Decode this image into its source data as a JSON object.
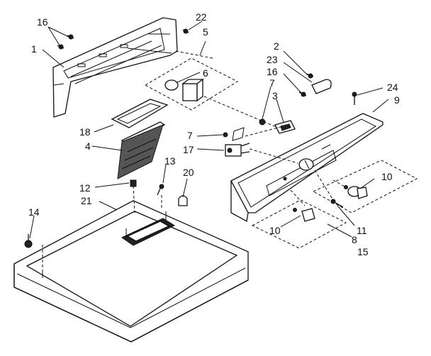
{
  "part_labels": {
    "l1": "1",
    "l2": "2",
    "l3": "3",
    "l4": "4",
    "l5": "5",
    "l6": "6",
    "l7a": "7",
    "l7b": "7",
    "l8": "8",
    "l9": "9",
    "l10a": "10",
    "l10b": "10",
    "l11": "11",
    "l12": "12",
    "l13": "13",
    "l14": "14",
    "l15": "15",
    "l16a": "16",
    "l16b": "16",
    "l17": "17",
    "l18": "18",
    "l20": "20",
    "l21": "21",
    "l22": "22",
    "l23": "23",
    "l24": "24"
  }
}
